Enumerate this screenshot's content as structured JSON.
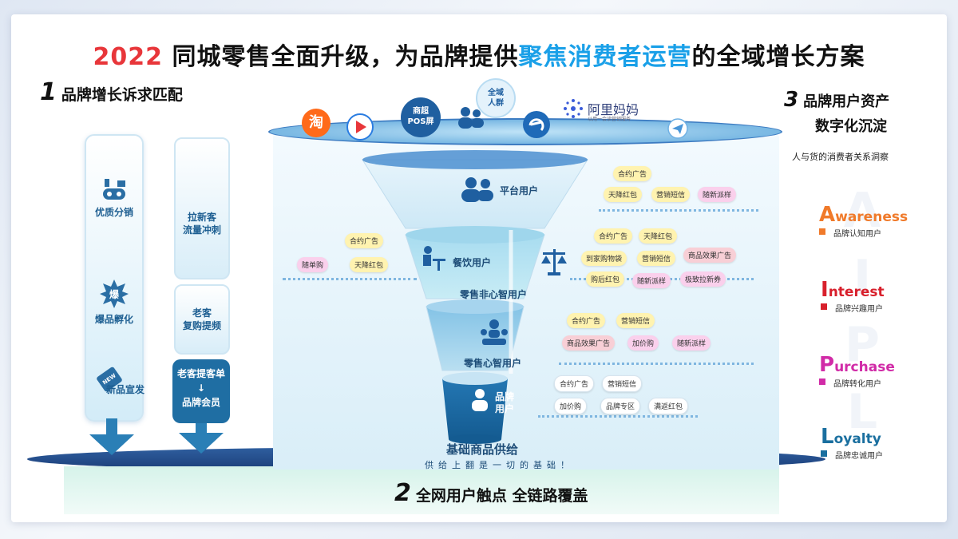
{
  "title": {
    "year": "2022",
    "part1": " 同城零售全面升级，为品牌提供",
    "highlight": "聚焦消费者运营",
    "part2": "的全域增长方案"
  },
  "section1": {
    "num": "1",
    "text": "品牌增长诉求匹配"
  },
  "section2": {
    "num": "2",
    "text": "全网用户触点 全链路覆盖"
  },
  "section3": {
    "num": "3",
    "line1": "品牌用户资产",
    "line2": "数字化沉淀",
    "caption": "人与货的消费者关系洞察"
  },
  "left_col1": {
    "items": [
      "优质分销",
      "爆品孵化",
      "新品宣发"
    ],
    "badges": {
      "hot": "爆",
      "new": "NEW"
    }
  },
  "left_col2": {
    "top": "拉新客\n流量冲刺",
    "middle": "老客\n复购提频",
    "bottom_line1": "老客提客单",
    "bottom_arrow": "↓",
    "bottom_line2": "品牌会员"
  },
  "platforms": {
    "taobao": "淘",
    "supermarket": "商超\nPOS屏",
    "all_crowd": "全域\n人群",
    "alimama": "阿里妈妈",
    "alimama_sub": "以用一会读营销服务"
  },
  "funnel": {
    "level1": "平台用户",
    "level2": "餐饮用户",
    "level2b": "零售非心智用户",
    "level3": "零售心智用户",
    "level4": "品牌\n用户",
    "base_title": "基础商品供给",
    "base_sub": "供给上翻是一切的基础！"
  },
  "tags": {
    "l1": [
      "合约广告",
      "天降红包",
      "营销短信",
      "随新派样"
    ],
    "l2_left": [
      "合约广告",
      "随单购",
      "天降红包"
    ],
    "l2_right": [
      "合约广告",
      "天降红包",
      "到家购物袋",
      "营销短信",
      "商品效果广告",
      "购后红包",
      "随新派样",
      "极致拉新券"
    ],
    "l3": [
      "合约广告",
      "营销短信",
      "商品效果广告",
      "加价购",
      "随新派样"
    ],
    "l4": [
      "合约广告",
      "营销短信",
      "加价购",
      "品牌专区",
      "满返红包"
    ]
  },
  "aipl": [
    {
      "letter": "A",
      "rest": "wareness",
      "sub": "品牌认知用户",
      "color": "#f07a2a"
    },
    {
      "letter": "I",
      "rest": "nterest",
      "sub": "品牌兴趣用户",
      "color": "#d8202c"
    },
    {
      "letter": "P",
      "rest": "urchase",
      "sub": "品牌转化用户",
      "color": "#d12ba7"
    },
    {
      "letter": "L",
      "rest": "oyalty",
      "sub": "品牌忠诚用户",
      "color": "#1a6f9f"
    }
  ],
  "aipl_watermark": [
    "A",
    "I",
    "P",
    "L"
  ],
  "colors": {
    "accent_blue": "#1aa0e8",
    "year_red": "#e8363a",
    "dark_blue": "#1f6ea3"
  }
}
